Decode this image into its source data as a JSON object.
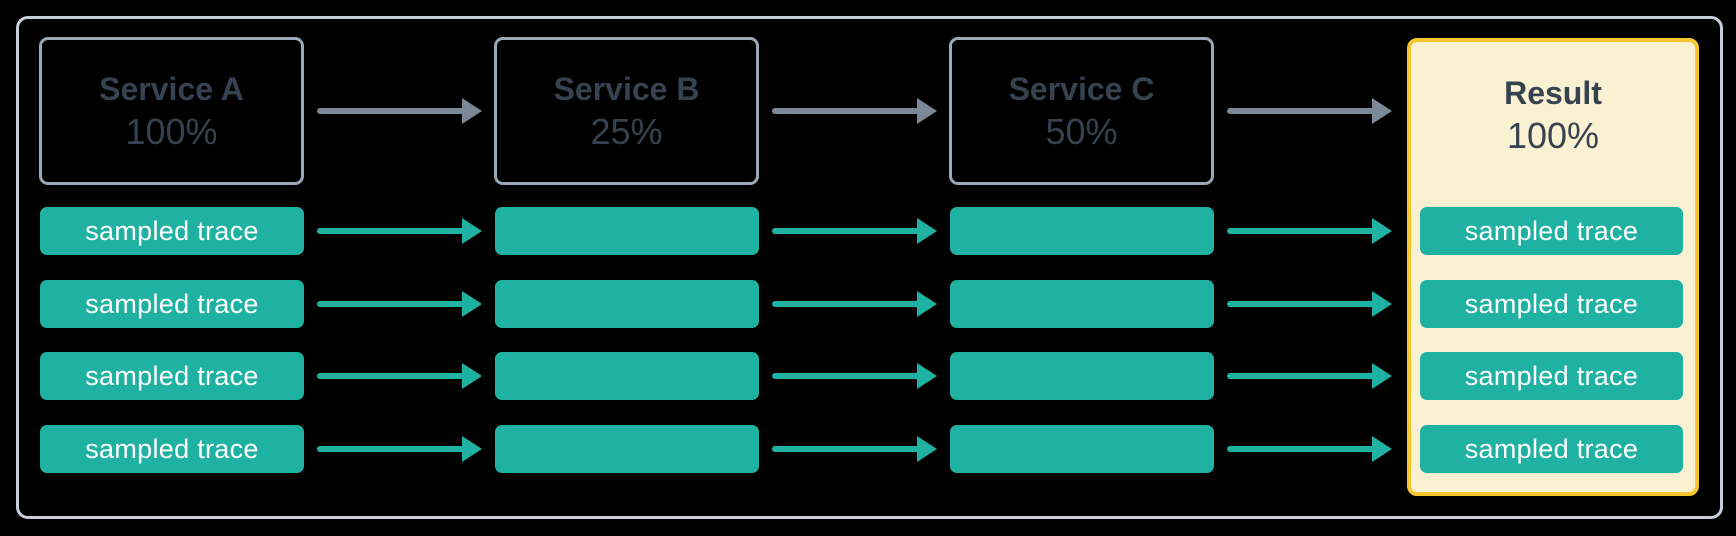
{
  "columns": [
    {
      "name": "Service A",
      "rate": "100%"
    },
    {
      "name": "Service B",
      "rate": "25%"
    },
    {
      "name": "Service C",
      "rate": "50%"
    }
  ],
  "result": {
    "name": "Result",
    "rate": "100%"
  },
  "labels": {
    "sampled_trace": "sampled trace"
  },
  "rows": 4,
  "colors": {
    "background": "#000000",
    "outer_border": "#C6CEDA",
    "service_border": "#9AA8B7",
    "heading_text": "#36424F",
    "arrow_gray": "#7B8897",
    "trace_teal": "#1FB2A2",
    "trace_text": "#FFFFFF",
    "result_bg": "#FAF0D2",
    "result_border": "#F6C62D"
  }
}
